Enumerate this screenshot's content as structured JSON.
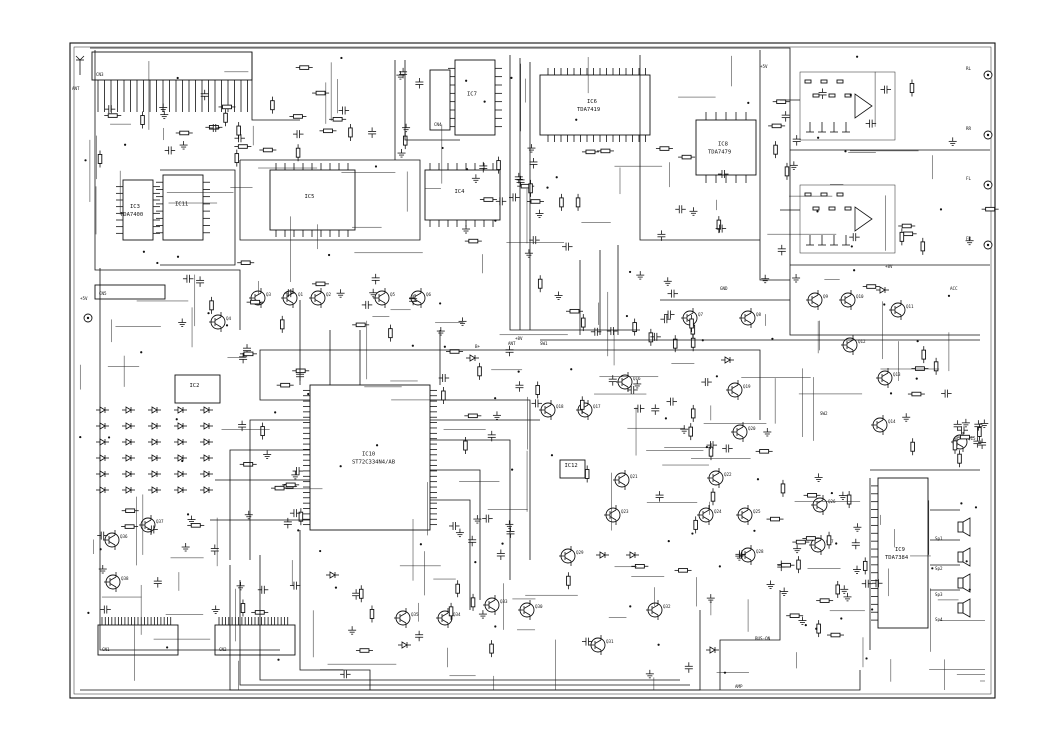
{
  "schematic": {
    "ics": [
      {
        "id": "IC10",
        "part": "ST72C334N4/AB"
      },
      {
        "id": "IC6",
        "part": "TDA7419"
      },
      {
        "id": "IC9",
        "part": "TDA7384"
      },
      {
        "id": "IC8",
        "part": "TDA7479"
      },
      {
        "id": "IC3",
        "part": "TDA7400"
      },
      {
        "id": "IC5",
        "part": ""
      },
      {
        "id": "IC4",
        "part": ""
      },
      {
        "id": "IC7",
        "part": ""
      },
      {
        "id": "IC11",
        "part": ""
      },
      {
        "id": "IC12",
        "part": ""
      },
      {
        "id": "IC2",
        "part": ""
      }
    ],
    "connectors": [
      {
        "id": "CN1",
        "label": "CN1"
      },
      {
        "id": "CN2",
        "label": "CN2"
      },
      {
        "id": "CN3",
        "label": "CN3"
      },
      {
        "id": "CN4",
        "label": "CN4"
      },
      {
        "id": "CN5",
        "label": "CN5"
      }
    ],
    "transistors": [
      "Q1",
      "Q2",
      "Q3",
      "Q4",
      "Q5",
      "Q6",
      "Q7",
      "Q8",
      "Q9",
      "Q10",
      "Q11",
      "Q12",
      "Q13",
      "Q14",
      "Q15",
      "Q16",
      "Q17",
      "Q18",
      "Q19",
      "Q20",
      "Q21",
      "Q22",
      "Q23",
      "Q24",
      "Q25",
      "Q26",
      "Q27",
      "Q28",
      "Q29",
      "Q30",
      "Q31",
      "Q32",
      "Q33",
      "Q34",
      "Q35",
      "Q36",
      "Q37",
      "Q38"
    ],
    "speakers": [
      "Sp1",
      "Sp2",
      "Sp3",
      "Sp4"
    ],
    "rca_outputs": [
      "RL",
      "RR",
      "FL",
      "FR"
    ],
    "net_labels": [
      "+5V",
      "+8V",
      "ACC",
      "GND",
      "B+",
      "ANT",
      "SW1",
      "SW2",
      "BUS-ON",
      "AMP"
    ]
  }
}
